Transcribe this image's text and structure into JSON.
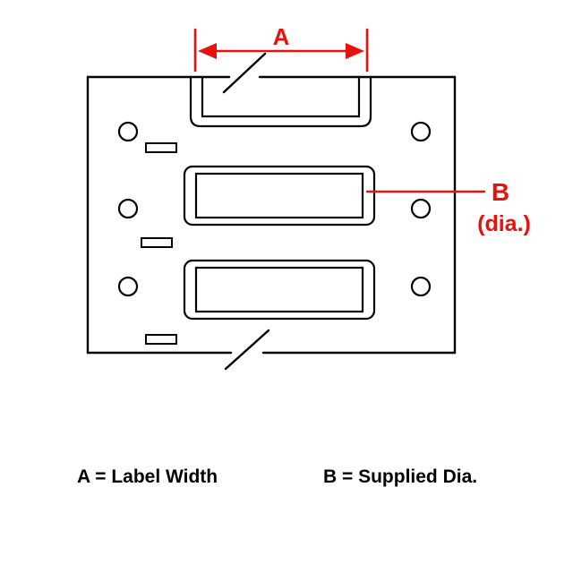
{
  "diagram": {
    "title": "wire-marker-sleeve-dimension-diagram",
    "dimension_a": {
      "label": "A"
    },
    "dimension_b": {
      "label": "B",
      "sublabel": "(dia.)"
    },
    "legend": {
      "a": "A = Label Width",
      "b": "B = Supplied Dia."
    },
    "colors": {
      "accent": "#e8120c",
      "line": "#000000",
      "background": "#ffffff"
    }
  }
}
